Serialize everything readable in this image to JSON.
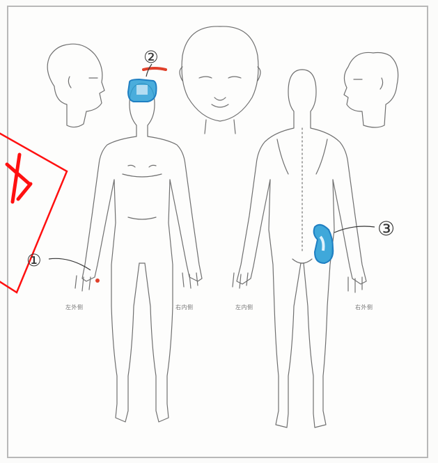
{
  "figure": {
    "marker_labels": [
      "①",
      "②",
      "③"
    ],
    "leg_labels": [
      "左外侧",
      "右内侧",
      "左内侧",
      "右外侧"
    ],
    "ink_colors": {
      "outline": "#6f6f6f",
      "stamp_red": "#ff1010",
      "shade_blue": "#2a9fd6",
      "shade_blue_dark": "#1f7fc2",
      "shade_red": "#e0402a",
      "callout": "#333333"
    }
  }
}
